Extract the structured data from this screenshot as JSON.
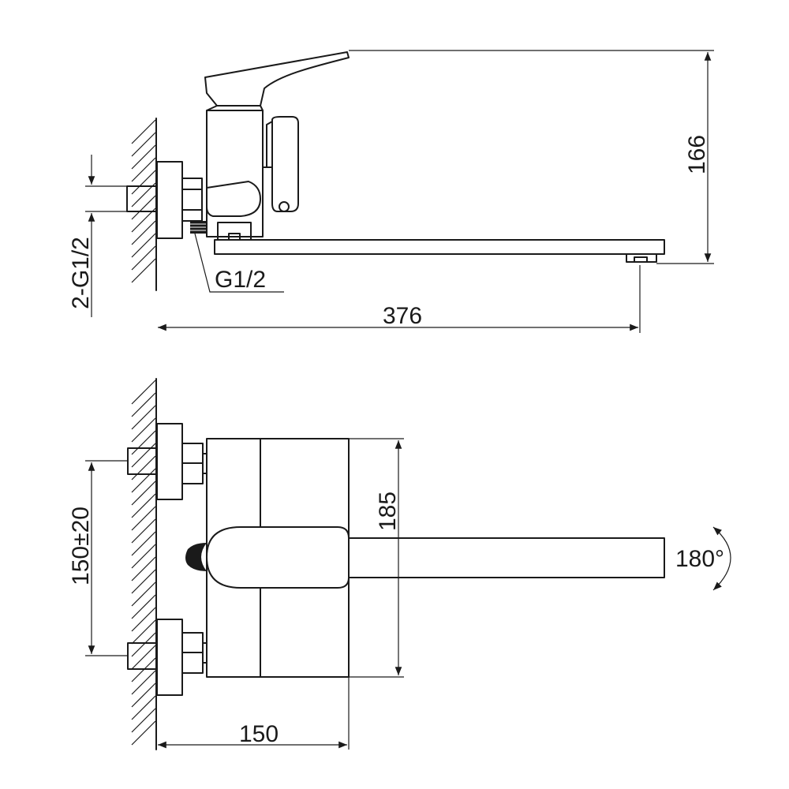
{
  "labels": {
    "thread_inlet": "2-G1/2",
    "thread_outlet": "G1/2",
    "total_length": "376",
    "height": "166",
    "center_distance": "150±20",
    "body_height": "185",
    "wall_to_spout": "150",
    "rotation": "180°"
  }
}
